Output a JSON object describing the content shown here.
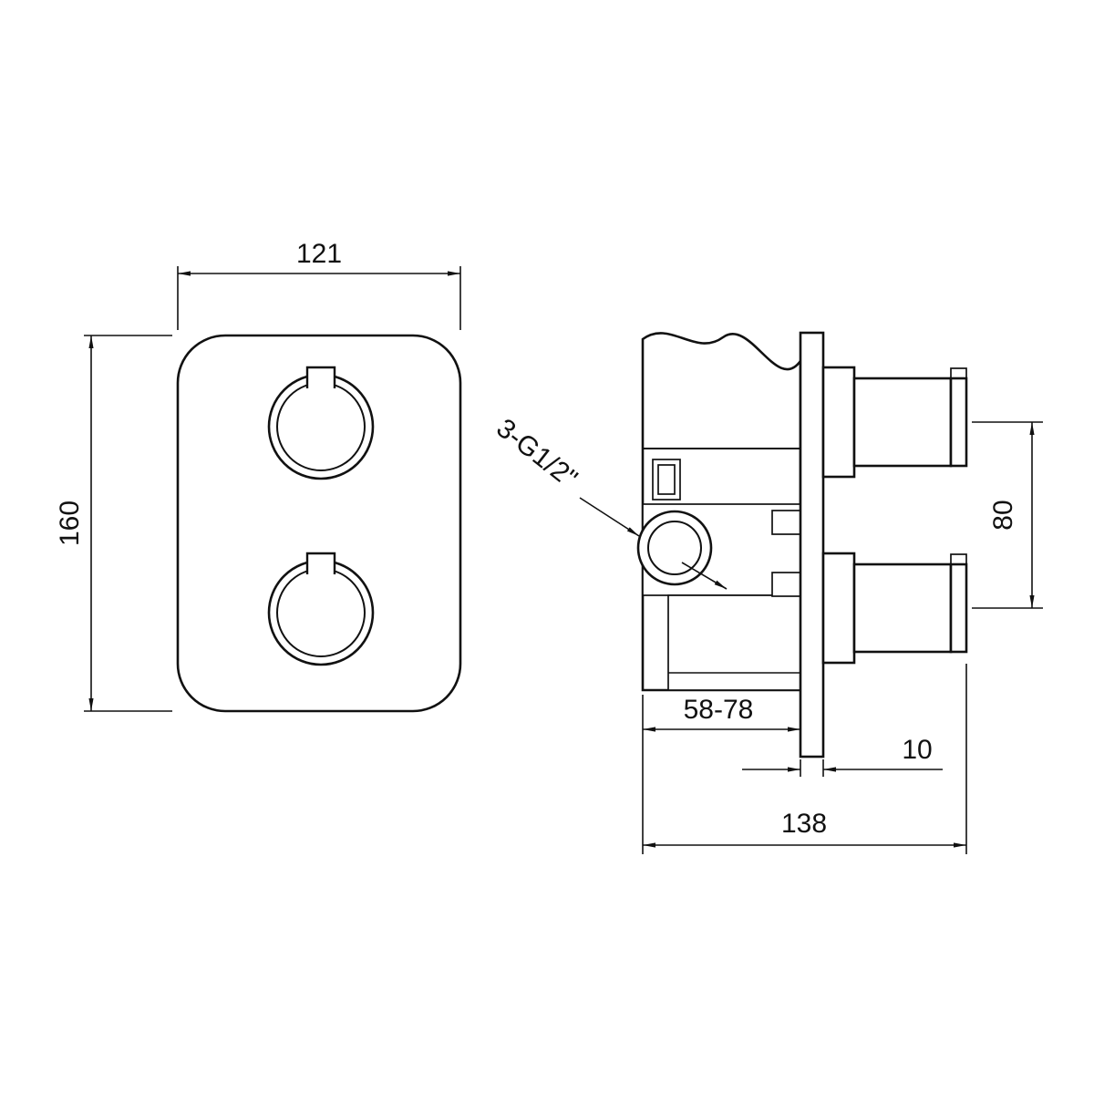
{
  "front_view": {
    "width_dim": "121",
    "height_dim": "160"
  },
  "side_view": {
    "thread_label": "3-G1/2\"",
    "port_spacing_dim": "80",
    "depth_range_dim": "58-78",
    "plate_thickness_dim": "10",
    "overall_depth_dim": "138"
  }
}
